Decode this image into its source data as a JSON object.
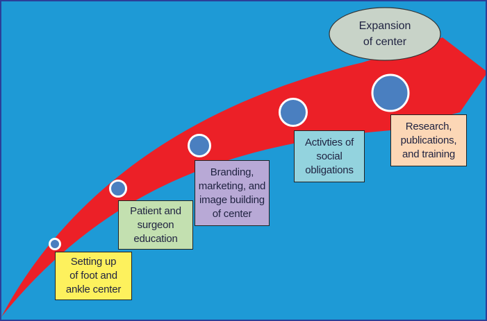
{
  "colors": {
    "background": "#1e9ad6",
    "arrow": "#ec2027",
    "node": "#4a7fc0",
    "ellipse": "#c8d3c8"
  },
  "goal": "Expansion\nof center",
  "steps": [
    {
      "label": "Setting up\nof foot and\nankle center",
      "color": "#fdf15d"
    },
    {
      "label": "Patient and\nsurgeon\neducation",
      "color": "#c3e0b0"
    },
    {
      "label": "Branding,\nmarketing, and\nimage building\nof center",
      "color": "#b8a9d6"
    },
    {
      "label": "Activties of\nsocial\nobligations",
      "color": "#93d3de"
    },
    {
      "label": "Research,\npublications,\nand training",
      "color": "#fcd7b6"
    }
  ]
}
